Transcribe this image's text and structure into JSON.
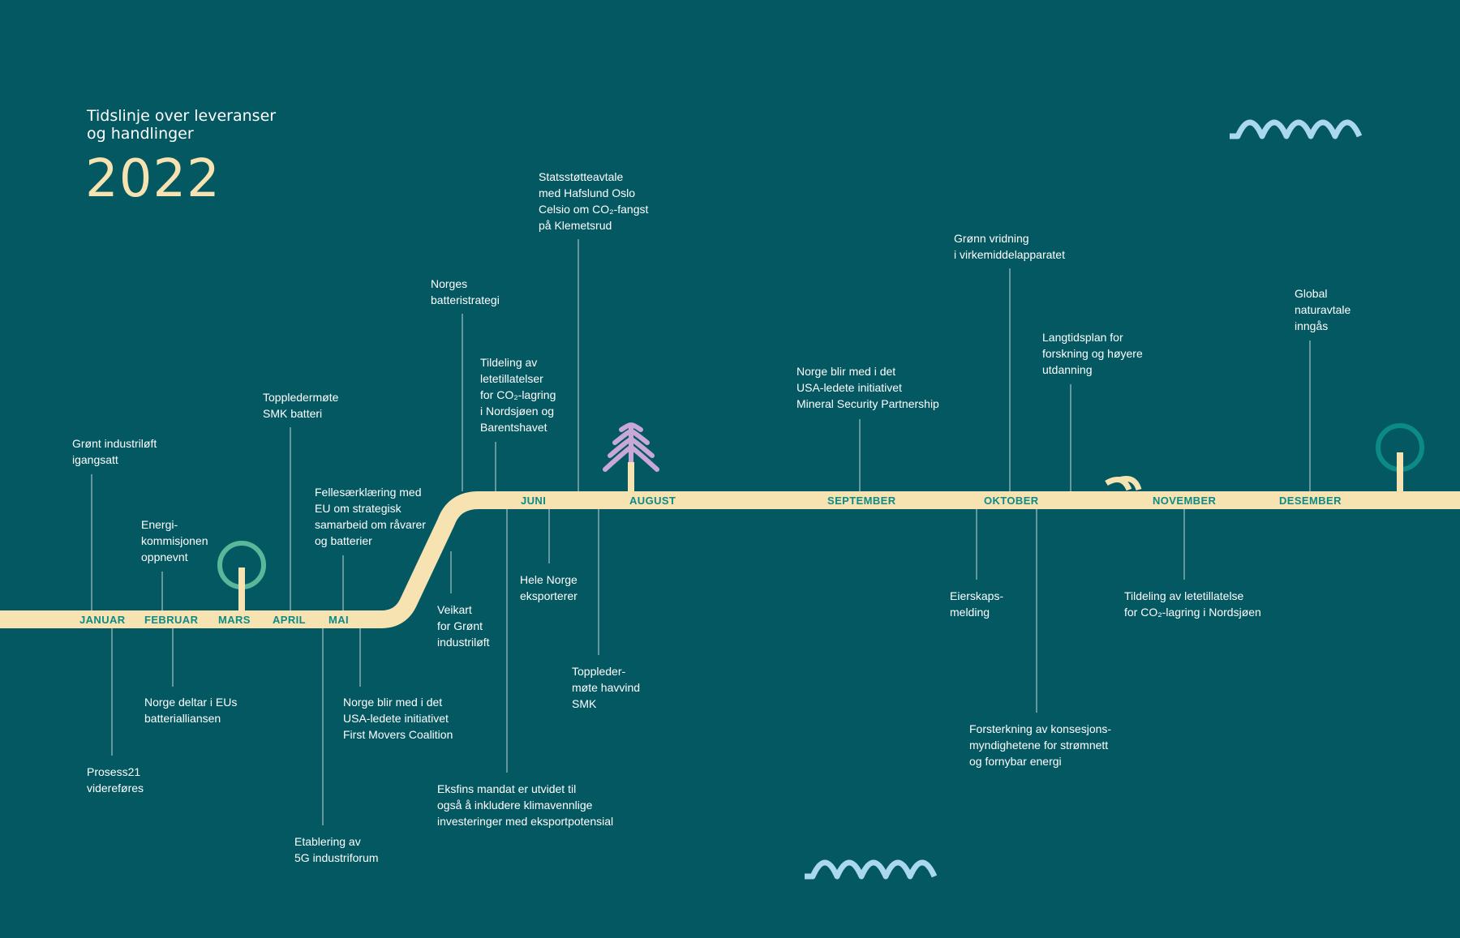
{
  "header": {
    "title_line1": "Tidslinje over leveranser",
    "title_line2": "og handlinger",
    "year": "2022"
  },
  "colors": {
    "background": "#045862",
    "track": "#f7e3b2",
    "month_label": "#0c8a86",
    "year": "#f7e3b2",
    "wave": "#a9d8f0",
    "tree_green": "#5ab89a",
    "tree_teal": "#0c8a86",
    "tree_pink": "#c9a8d8"
  },
  "icons": [
    "wave-icon",
    "tree-icon",
    "pine-tree-icon",
    "sheep-icon"
  ],
  "months": [
    {
      "id": "januar",
      "label": "JANUAR"
    },
    {
      "id": "februar",
      "label": "FEBRUAR"
    },
    {
      "id": "mars",
      "label": "MARS"
    },
    {
      "id": "april",
      "label": "APRIL"
    },
    {
      "id": "mai",
      "label": "MAI"
    },
    {
      "id": "juni",
      "label": "JUNI"
    },
    {
      "id": "august",
      "label": "AUGUST"
    },
    {
      "id": "september",
      "label": "SEPTEMBER"
    },
    {
      "id": "oktober",
      "label": "OKTOBER"
    },
    {
      "id": "november",
      "label": "NOVEMBER"
    },
    {
      "id": "desember",
      "label": "DESEMBER"
    }
  ],
  "events": [
    {
      "id": "gront-industriloft",
      "lines": [
        "Grønt industriløft",
        "igangsatt"
      ]
    },
    {
      "id": "energikommisjonen",
      "lines": [
        "Energi-",
        "kommisjonen",
        "oppnevnt"
      ]
    },
    {
      "id": "topplledermote-batteri",
      "lines": [
        "Toppledermøte",
        "SMK batteri"
      ]
    },
    {
      "id": "fellesklaering-eu",
      "lines": [
        "Fellesærklæring med",
        "EU om strategisk",
        "samarbeid om råvarer",
        "og batterier"
      ]
    },
    {
      "id": "batteristrategi",
      "lines": [
        "Norges",
        "batteristrategi"
      ]
    },
    {
      "id": "tildeling-ccs-1",
      "lines": [
        "Tildeling av",
        "letetillatelser",
        "for CO₂-lagring",
        "i Nordsjøen og",
        "Barentshavet"
      ]
    },
    {
      "id": "statsstotteavtale",
      "lines": [
        "Statsstøtteavtale",
        "med Hafslund Oslo",
        "Celsio om CO₂-fangst",
        "på Klemetsrud"
      ]
    },
    {
      "id": "mineral-security",
      "lines": [
        "Norge blir med i det",
        "USA-ledete initiativet",
        "Mineral Security Partnership"
      ]
    },
    {
      "id": "gronn-vridning",
      "lines": [
        "Grønn vridning",
        "i virkemiddelapparatet"
      ]
    },
    {
      "id": "langtidsplan",
      "lines": [
        "Langtidsplan for",
        "forskning og høyere",
        "utdanning"
      ]
    },
    {
      "id": "global-naturavtale",
      "lines": [
        "Global",
        "naturavtale",
        "inngås"
      ]
    },
    {
      "id": "prosess21",
      "lines": [
        "Prosess21",
        "videreføres"
      ]
    },
    {
      "id": "batterialliansen",
      "lines": [
        "Norge deltar i EUs",
        "batterialliansen"
      ]
    },
    {
      "id": "5g-industriforum",
      "lines": [
        "Etablering av",
        "5G industriforum"
      ]
    },
    {
      "id": "first-movers",
      "lines": [
        "Norge blir med i det",
        "USA-ledete initiativet",
        "First Movers Coalition"
      ]
    },
    {
      "id": "veikart",
      "lines": [
        "Veikart",
        "for Grønt",
        "industriløft"
      ]
    },
    {
      "id": "eksfin",
      "lines": [
        "Eksfins mandat er utvidet til",
        "også å inkludere klimavennlige",
        "investeringer med eksportpotensial"
      ]
    },
    {
      "id": "hele-norge",
      "lines": [
        "Hele Norge",
        "eksporterer"
      ]
    },
    {
      "id": "toppledermote-havvind",
      "lines": [
        "Toppleder-",
        "møte havvind",
        "SMK"
      ]
    },
    {
      "id": "eierskapsmelding",
      "lines": [
        "Eierskaps-",
        "melding"
      ]
    },
    {
      "id": "konsesjon",
      "lines": [
        "Forsterkning av konsesjons-",
        "myndighetene for strømnett",
        "og fornybar energi"
      ]
    },
    {
      "id": "tildeling-ccs-2",
      "lines": [
        "Tildeling av letetillatelse",
        "for CO₂-lagring i Nordsjøen"
      ]
    }
  ]
}
